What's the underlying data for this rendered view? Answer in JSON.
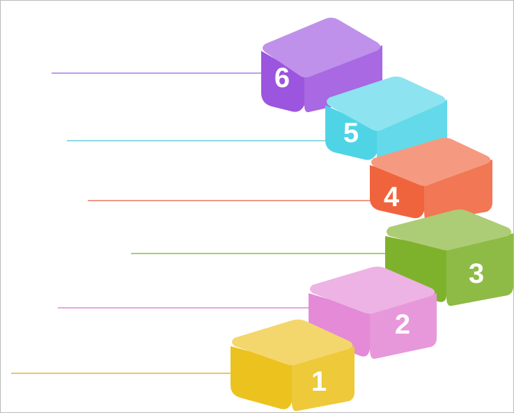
{
  "steps": [
    {
      "label": "1",
      "color": "#ecc21e",
      "line_color": "#e7c56a"
    },
    {
      "label": "2",
      "color": "#e48ad6",
      "line_color": "#e5a7dd"
    },
    {
      "label": "3",
      "color": "#7fb22c",
      "line_color": "#a9cd78"
    },
    {
      "label": "4",
      "color": "#f0643d",
      "line_color": "#f09a87"
    },
    {
      "label": "5",
      "color": "#4fd4e6",
      "line_color": "#8fdbe6"
    },
    {
      "label": "6",
      "color": "#9c55de",
      "line_color": "#bf9ae6"
    }
  ]
}
